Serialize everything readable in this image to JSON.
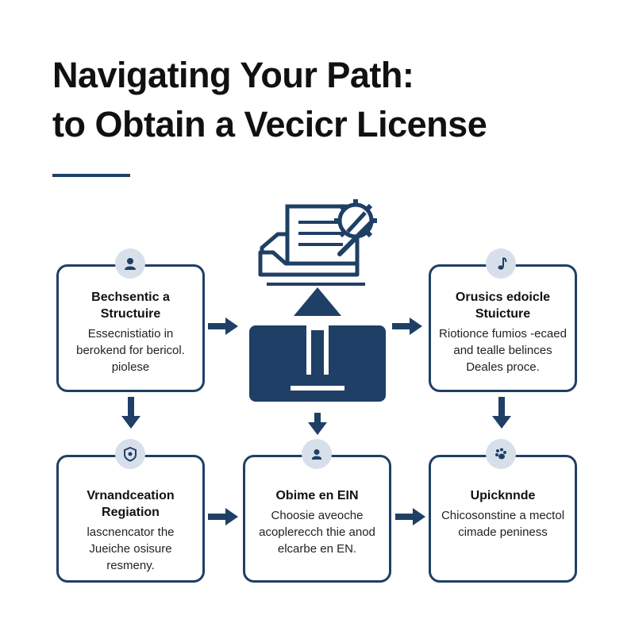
{
  "header": {
    "title_line1": "Navigating Your Path:",
    "title_line2": "to Obtain a Vecicr License"
  },
  "colors": {
    "primary": "#1f3f66",
    "badge": "#d7e0ea",
    "text": "#111111"
  },
  "steps": [
    {
      "icon": "person-icon",
      "title": "Bechsentic a Structuire",
      "body": "Essecnistiatio in berokend for bericol. piolese"
    },
    {
      "icon": "music-note-icon",
      "title": "Orusics edoicle Stuicture",
      "body": "Riotionce fumios -ecaed and tealle belinces Deales proce."
    },
    {
      "icon": "shield-icon",
      "title": "Vrnandceation Regiation",
      "body": "lascnencator the Jueiche osisure resmeny."
    },
    {
      "icon": "user-circle-icon",
      "title": "Obime en EIN",
      "body": "Choosie aveoche acoplerecch thie anod elcarbe en EN."
    },
    {
      "icon": "paw-icon",
      "title": "Upicknnde",
      "body": "Chicosonstine a mectol cimade peniness"
    }
  ]
}
